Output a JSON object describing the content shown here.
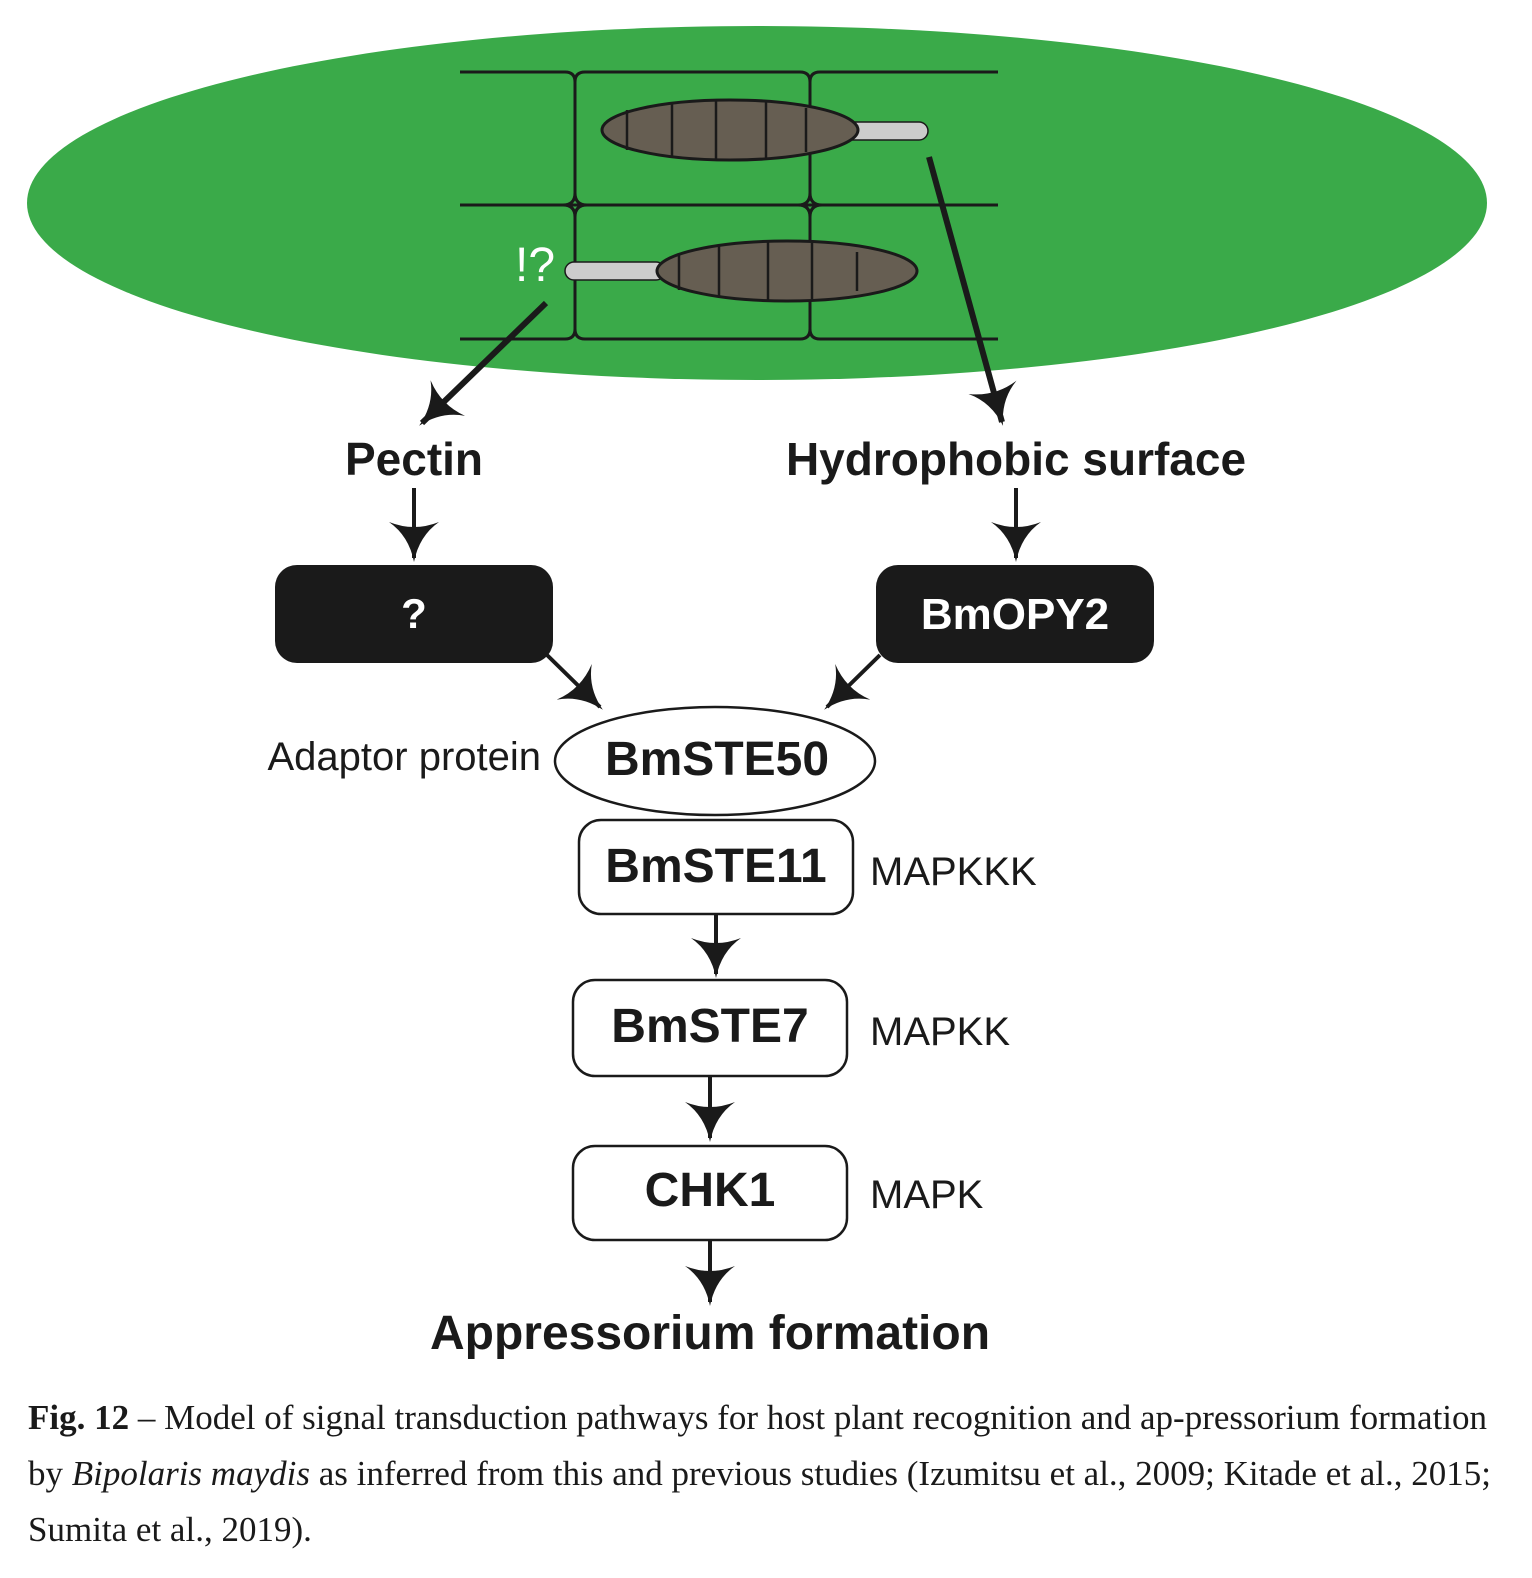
{
  "colors": {
    "leaf": "#3aaa49",
    "spore": "#665e52",
    "germ_tube": "#cccccc",
    "ink": "#1a1a1a",
    "white": "#ffffff"
  },
  "leaf": {
    "mark": "!?"
  },
  "signals": {
    "left": "Pectin",
    "right": "Hydrophobic surface"
  },
  "receptors": {
    "left": "?",
    "right": "BmOPY2"
  },
  "adaptor": {
    "name": "BmSTE50",
    "role": "Adaptor protein"
  },
  "cascade": [
    {
      "name": "BmSTE11",
      "role": "MAPKKK"
    },
    {
      "name": "BmSTE7",
      "role": "MAPKK"
    },
    {
      "name": "CHK1",
      "role": "MAPK"
    }
  ],
  "outcome": "Appressorium formation",
  "caption": {
    "label": "Fig. 12",
    "dash": " – ",
    "text_1": "Model of signal transduction pathways for host plant recognition and ap-pressorium formation by ",
    "species": "Bipolaris maydis",
    "text_2": " as inferred from this and previous studies (Izumitsu et al., 2009; Kitade et al., 2015; Sumita et al., 2019)."
  }
}
